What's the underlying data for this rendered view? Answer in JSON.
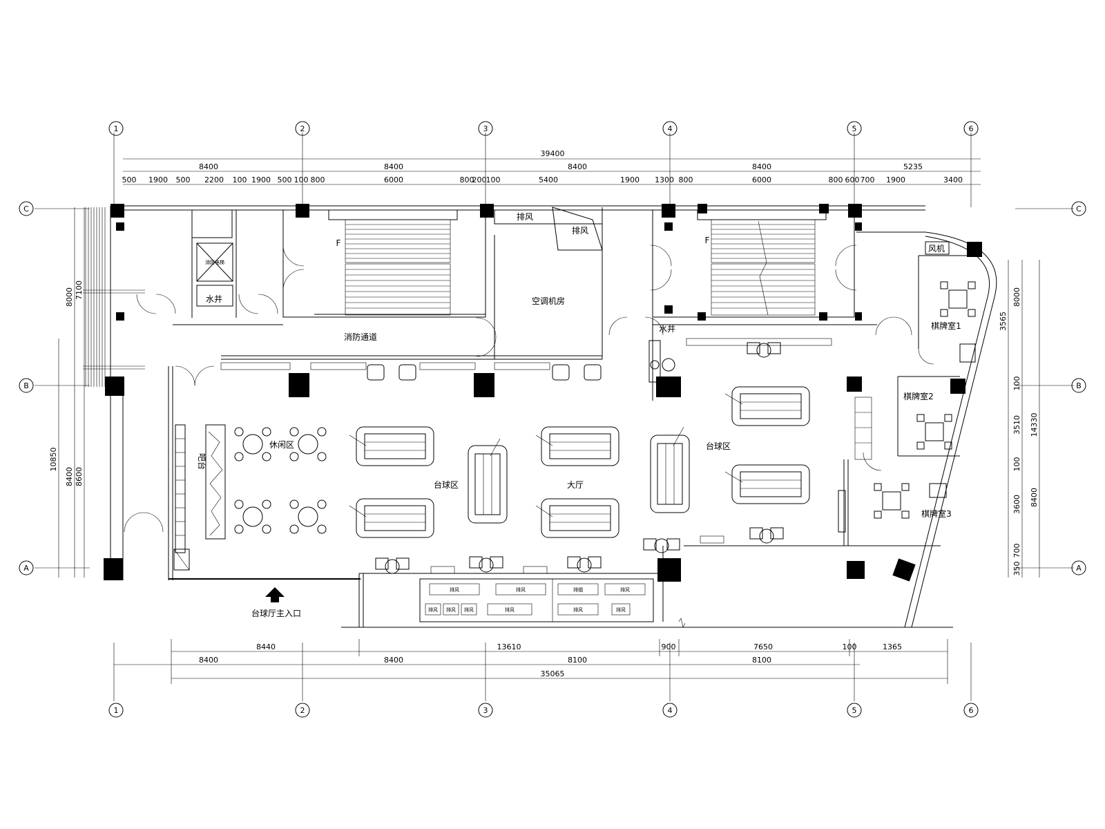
{
  "axes": {
    "numbers": [
      "1",
      "2",
      "3",
      "4",
      "5",
      "6"
    ],
    "letters": [
      "C",
      "B",
      "A"
    ]
  },
  "dims": {
    "top_total": "39400",
    "top_spans": [
      "8400",
      "8400",
      "8400",
      "8400",
      "5235"
    ],
    "top_details": [
      "500",
      "1900",
      "500",
      "2200",
      "100",
      "1900",
      "500",
      "100",
      "800",
      "6000",
      "800",
      "200",
      "100",
      "5400",
      "1900",
      "1300",
      "800",
      "6000",
      "800",
      "600",
      "700",
      "1900",
      "3400"
    ],
    "bottom_row1": [
      "8440",
      "13610",
      "900",
      "7650",
      "100",
      "1365"
    ],
    "bottom_row2": [
      "8400",
      "8400",
      "8100",
      "8100"
    ],
    "bottom_total": "35065",
    "left_outer": "8000",
    "left_inner1": "7100",
    "left_lower": [
      "10850",
      "8400",
      "8600"
    ],
    "right_spans": [
      "3565",
      "8000",
      "100",
      "3510",
      "100",
      "3600",
      "700",
      "350"
    ],
    "right_totals": [
      "14330",
      "8400"
    ]
  },
  "rooms": {
    "lounge": "休闲区",
    "bar": "吧台",
    "hall": "大厅",
    "table_zone_a": "台球区",
    "table_zone_b": "台球区",
    "card_room_1": "棋牌室1",
    "card_room_2": "棋牌室2",
    "card_room_3": "棋牌室3",
    "exhaust": "排风",
    "air_unit": "风机",
    "exhaust_room": "排风",
    "fan_room": "空调机房",
    "corridor": "消防通道",
    "water_left": "水井",
    "water_right": "水井",
    "elevator": "消防电梯",
    "entrance": "台球厅主入口",
    "f_left": "F",
    "f_right": "F"
  },
  "counter_labels": [
    "排风",
    "排风",
    "排烟",
    "排风",
    "排风",
    "排风",
    "排风",
    "排风",
    "排风",
    "排风"
  ]
}
